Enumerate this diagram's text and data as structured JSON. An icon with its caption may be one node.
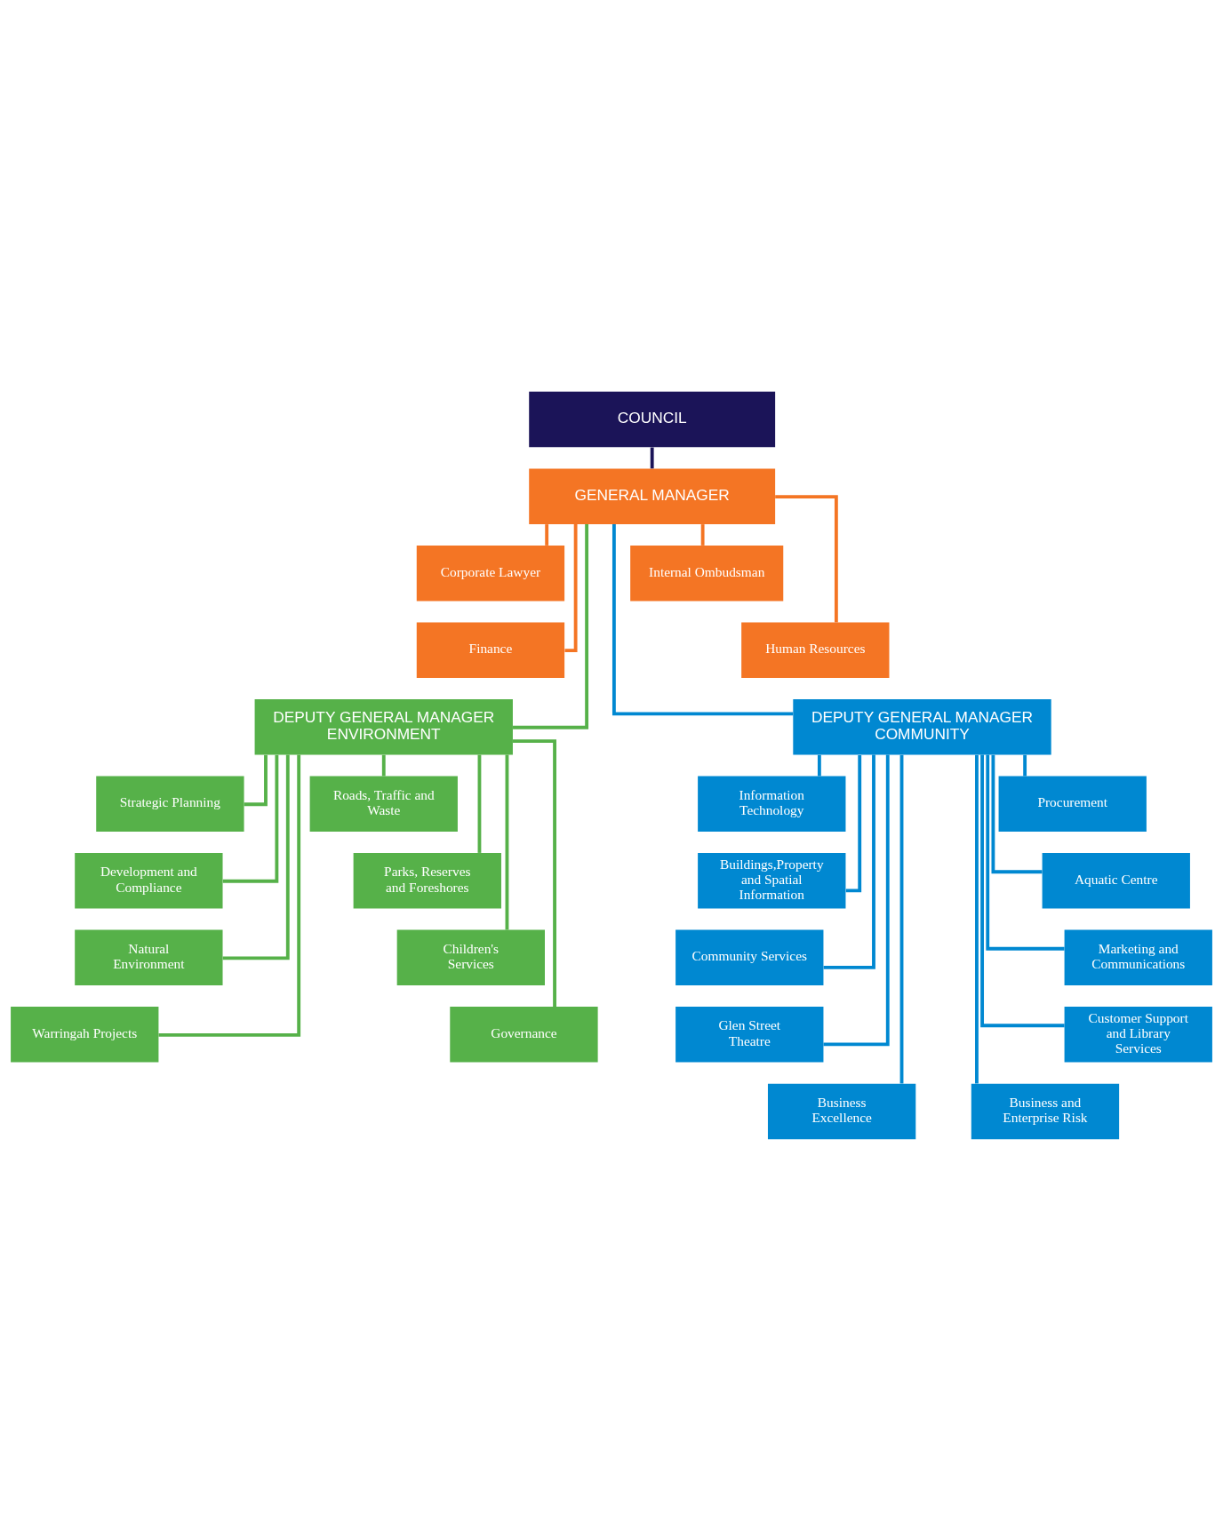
{
  "diagram": {
    "nodes": [
      {
        "text": [
          "COUNCIL"
        ]
      },
      {
        "text": [
          "GENERAL MANAGER"
        ]
      },
      {
        "text": [
          "Corporate Lawyer"
        ]
      },
      {
        "text": [
          "Internal Ombudsman"
        ]
      },
      {
        "text": [
          "Finance"
        ]
      },
      {
        "text": [
          "Human Resources"
        ]
      },
      {
        "text": [
          "DEPUTY GENERAL MANAGER ENVIRONMENT"
        ]
      },
      {
        "text": [
          "DEPUTY GENERAL MANAGER COMMUNITY"
        ]
      },
      {
        "text": [
          "Strategic Planning"
        ]
      },
      {
        "text": [
          "Roads, Traffic and Waste"
        ]
      },
      {
        "text": [
          "Development and Compliance"
        ]
      },
      {
        "text": [
          "Parks, Reserves and Foreshores"
        ]
      },
      {
        "text": [
          "Natural Environment"
        ]
      },
      {
        "text": [
          "Children's Services"
        ]
      },
      {
        "text": [
          "Warringah Projects"
        ]
      },
      {
        "text": [
          "Governance"
        ]
      },
      {
        "text": [
          "Information Technology"
        ]
      },
      {
        "text": [
          "Procurement"
        ]
      },
      {
        "text": [
          "Buildings,Property and Spatial Information"
        ]
      },
      {
        "text": [
          "Aquatic Centre"
        ]
      },
      {
        "text": [
          "Community Services"
        ]
      },
      {
        "text": [
          "Marketing and Communications"
        ]
      },
      {
        "text": [
          "Glen Street Theatre"
        ]
      },
      {
        "text": [
          "Customer Support and Library Services"
        ]
      },
      {
        "text": [
          "Business Excellence"
        ]
      },
      {
        "text": [
          "Business and Enterprise Risk"
        ]
      }
    ],
    "edges": [
      {
        "from": 0,
        "to": 1,
        "arrow": "none",
        "color": "#1b1458"
      },
      {
        "from": 1,
        "to": 2,
        "arrow": "none",
        "color": "#f47524"
      },
      {
        "from": 1,
        "to": 3,
        "arrow": "none",
        "color": "#f47524"
      },
      {
        "from": 1,
        "to": 4,
        "arrow": "none",
        "color": "#f47524"
      },
      {
        "from": 1,
        "to": 5,
        "arrow": "none",
        "color": "#f47524"
      },
      {
        "from": 1,
        "to": 6,
        "arrow": "none",
        "color": "#56b149"
      },
      {
        "from": 1,
        "to": 7,
        "arrow": "none",
        "color": "#0088d1"
      },
      {
        "from": 6,
        "to": 8,
        "arrow": "none",
        "color": "#56b149"
      },
      {
        "from": 6,
        "to": 9,
        "arrow": "none",
        "color": "#56b149"
      },
      {
        "from": 6,
        "to": 10,
        "arrow": "none",
        "color": "#56b149"
      },
      {
        "from": 6,
        "to": 11,
        "arrow": "none",
        "color": "#56b149"
      },
      {
        "from": 6,
        "to": 12,
        "arrow": "none",
        "color": "#56b149"
      },
      {
        "from": 6,
        "to": 13,
        "arrow": "none",
        "color": "#56b149"
      },
      {
        "from": 6,
        "to": 14,
        "arrow": "none",
        "color": "#56b149"
      },
      {
        "from": 6,
        "to": 15,
        "arrow": "none",
        "color": "#56b149"
      },
      {
        "from": 7,
        "to": 16,
        "arrow": "none",
        "color": "#0088d1"
      },
      {
        "from": 7,
        "to": 17,
        "arrow": "none",
        "color": "#0088d1"
      },
      {
        "from": 7,
        "to": 18,
        "arrow": "none",
        "color": "#0088d1"
      },
      {
        "from": 7,
        "to": 19,
        "arrow": "none",
        "color": "#0088d1"
      },
      {
        "from": 7,
        "to": 20,
        "arrow": "none",
        "color": "#0088d1"
      },
      {
        "from": 7,
        "to": 21,
        "arrow": "none",
        "color": "#0088d1"
      },
      {
        "from": 7,
        "to": 22,
        "arrow": "none",
        "color": "#0088d1"
      },
      {
        "from": 7,
        "to": 23,
        "arrow": "none",
        "color": "#0088d1"
      },
      {
        "from": 7,
        "to": 24,
        "arrow": "none",
        "color": "#0088d1"
      },
      {
        "from": 7,
        "to": 25,
        "arrow": "none",
        "color": "#0088d1"
      }
    ]
  }
}
